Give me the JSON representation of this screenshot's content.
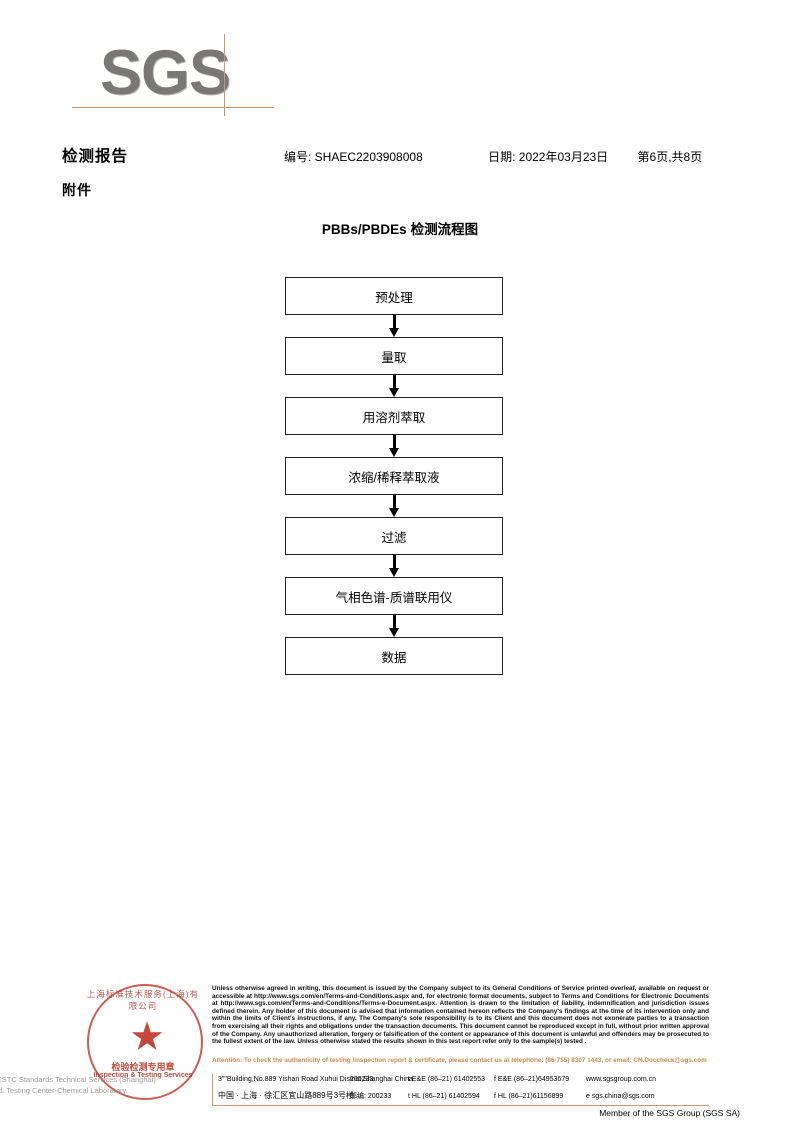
{
  "logo": {
    "text": "SGS"
  },
  "header": {
    "doc_title": "检测报告",
    "doc_subtitle": "附件",
    "report_no_label": "编号: SHAEC2203908008",
    "date_label": "日期: 2022年03月23日",
    "page_label": "第6页,共8页"
  },
  "flowchart": {
    "title_en": "PBBs/PBDEs",
    "title_cn": "检测流程图",
    "steps": [
      {
        "label": "预处理"
      },
      {
        "label": "量取"
      },
      {
        "label": "用溶剂萃取"
      },
      {
        "label": "浓缩/稀释萃取液"
      },
      {
        "label": "过滤"
      },
      {
        "label": "气相色谱-质谱联用仪"
      },
      {
        "label": "数据"
      }
    ]
  },
  "stamp": {
    "arc_text": "上海标准技术服务(上海)有限公司",
    "line_cn": "检验检测专用章",
    "line_en": "Inspection & Testing Services",
    "watermark": "SGS-CSTC Standards Technical Services (Shanghai) Co.,Ltd. Testing Center-Chemical Laboratory."
  },
  "footer": {
    "legal": "Unless otherwise agreed in writing, this document is issued by the Company subject to its General Conditions of Service printed overleaf, available on request or accessible at http://www.sgs.com/en/Terms-and-Conditions.aspx and, for electronic format documents, subject to Terms and Conditions for Electronic Documents at http://www.sgs.com/en/Terms-and-Conditions/Terms-e-Document.aspx. Attention is drawn to the limitation of liability, indemnification and jurisdiction issues defined therein. Any holder of this document is advised that information contained hereon reflects the Company's findings at the time of its intervention only and within the limits of Client's instructions, if any. The Company's sole responsibility is to its Client and this document does not exonerate parties to a transaction from exercising all their rights and obligations under the transaction documents. This document cannot be reproduced except in full, without prior written approval of the Company. Any unauthorized alteration, forgery or falsification of the content or appearance of this document is unlawful and offenders may be prosecuted to the fullest extent of the law. Unless otherwise stated the results shown in this test report refer only to the sample(s) tested .",
    "attention": "Attention: To check the authenticity of testing /inspection report & certificate, please contact us at telephone: (86-755) 8307 1443, or email: CN.Doccheck@sgs.com",
    "address_en": "3\"\"Building,No.889 Yishan Road Xuhui District,Shanghai China",
    "zip_en": "200233",
    "tel_en": "t E&E (86–21) 61402553",
    "fax_en": "f E&E (86–21)64953679",
    "web": "www.sgsgroup.com.cn",
    "address_cn": "中国 · 上海 · 徐汇区宜山路889号3号楼",
    "zip_cn": "邮编: 200233",
    "tel_cn": "t HL (86–21) 61402594",
    "fax_cn": "f HL (86–21)61156899",
    "email": "e sgs.china@sgs.com",
    "member": "Member of the SGS Group (SGS SA)"
  },
  "colors": {
    "rule": "#c79a6d",
    "stamp_red": "#c0392b",
    "attention": "#c98a4b",
    "logo_grey": "#7a7876"
  }
}
